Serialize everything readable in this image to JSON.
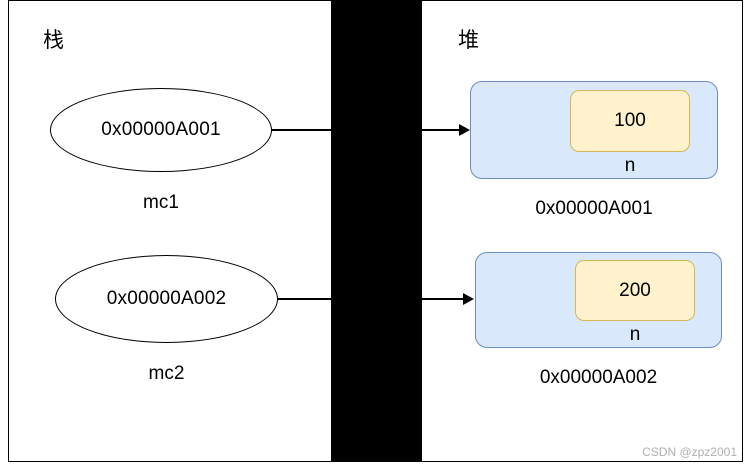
{
  "diagram": {
    "regions": {
      "stack": {
        "label": "栈"
      },
      "heap": {
        "label": "堆"
      }
    },
    "stack_variables": [
      {
        "value": "0x00000A001",
        "name": "mc1"
      },
      {
        "value": "0x00000A002",
        "name": "mc2"
      }
    ],
    "heap_objects": [
      {
        "field_value": "100",
        "field_name": "n",
        "address": "0x00000A001"
      },
      {
        "field_value": "200",
        "field_name": "n",
        "address": "0x00000A002"
      }
    ],
    "watermark": "CSDN @zpz2001",
    "colors": {
      "heap_box_fill": "#dae8fc",
      "heap_box_border": "#6c8ebf",
      "field_box_fill": "#fff2cc",
      "field_box_border": "#d6b656",
      "line": "#000000",
      "occluder": "#000000",
      "watermark_text": "#b0b0b0"
    }
  }
}
